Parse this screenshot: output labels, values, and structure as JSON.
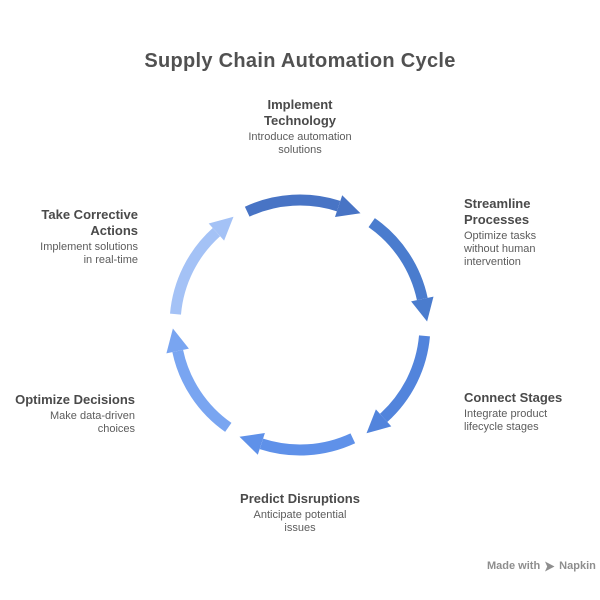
{
  "title": "Supply Chain Automation Cycle",
  "nodes": [
    {
      "name": "implement-technology",
      "title_lines": [
        "Implement",
        "Technology"
      ],
      "desc_lines": [
        "Introduce automation",
        "solutions"
      ]
    },
    {
      "name": "streamline-processes",
      "title_lines": [
        "Streamline",
        "Processes"
      ],
      "desc_lines": [
        "Optimize tasks",
        "without human",
        "intervention"
      ]
    },
    {
      "name": "connect-stages",
      "title_lines": [
        "Connect Stages"
      ],
      "desc_lines": [
        "Integrate product",
        "lifecycle stages"
      ]
    },
    {
      "name": "predict-disruptions",
      "title_lines": [
        "Predict Disruptions"
      ],
      "desc_lines": [
        "Anticipate potential",
        "issues"
      ]
    },
    {
      "name": "optimize-decisions",
      "title_lines": [
        "Optimize Decisions"
      ],
      "desc_lines": [
        "Make data-driven",
        "choices"
      ]
    },
    {
      "name": "take-corrective-actions",
      "title_lines": [
        "Take Corrective",
        "Actions"
      ],
      "desc_lines": [
        "Implement solutions",
        "in real-time"
      ]
    }
  ],
  "cycle": {
    "direction": "clockwise",
    "arrow_colors": [
      "#4874c5",
      "#4a7cce",
      "#5284dc",
      "#5f91e9",
      "#79a5f1",
      "#a4c2f6"
    ]
  },
  "footer": {
    "made_with": "Made with",
    "brand": "Napkin"
  },
  "colors": {
    "title": "#515151",
    "node_title": "#4a4a4a",
    "node_desc": "#5c5c5c",
    "footer": "#8e8e8e"
  }
}
